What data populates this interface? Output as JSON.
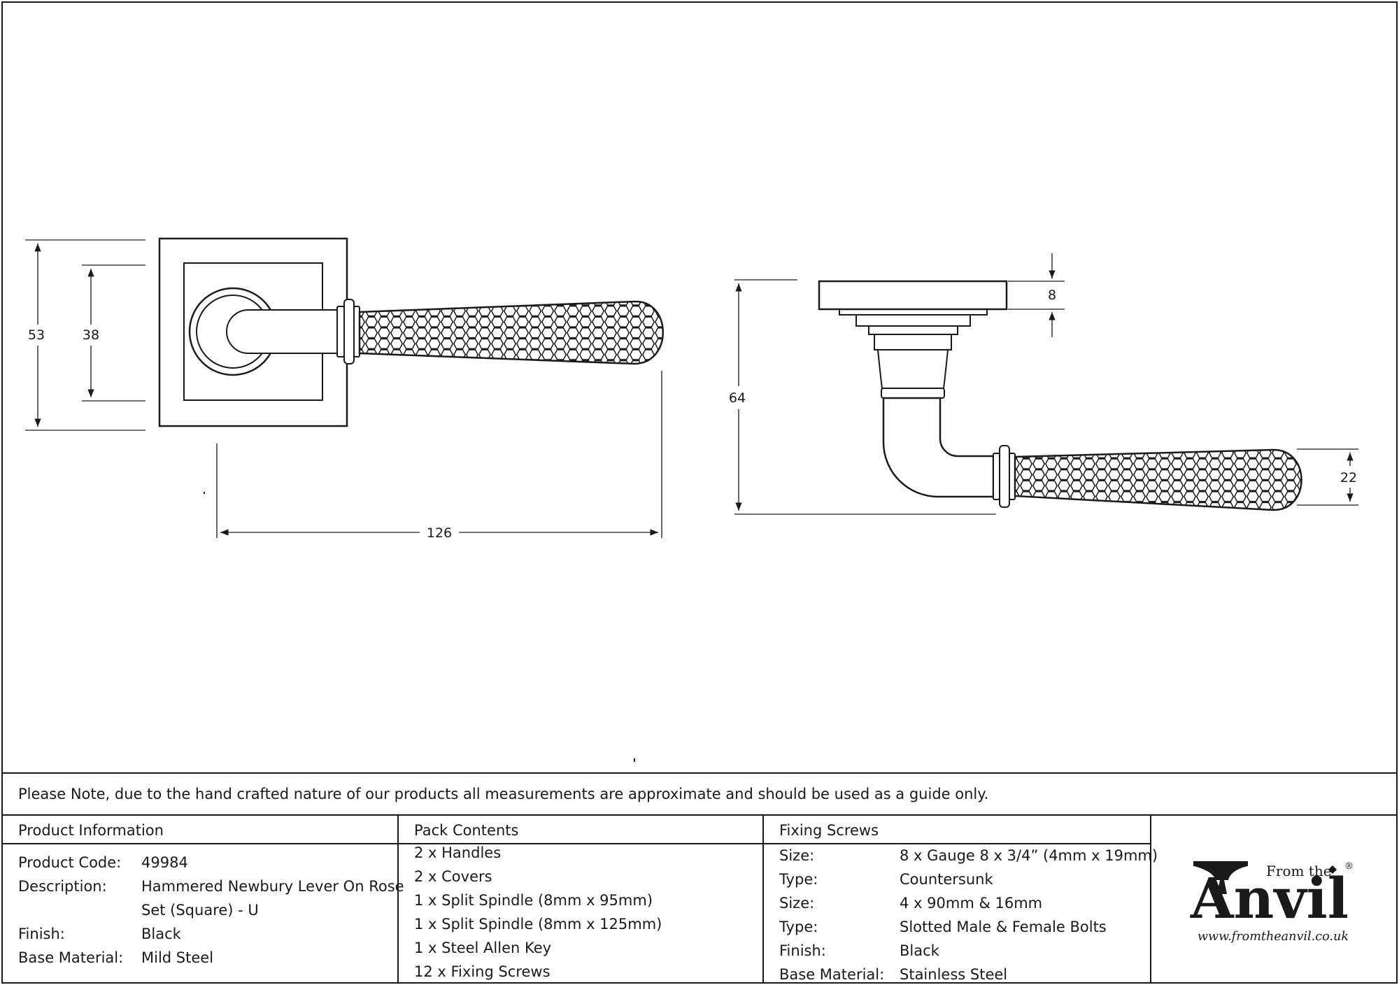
{
  "dimensions": {
    "rose_outer": "53",
    "rose_inner": "38",
    "length": "126",
    "height": "64",
    "rose_thickness": "8",
    "grip_diameter": "22"
  },
  "note": "Please Note, due to the hand crafted nature of our products all measurements are approximate and should be used as a guide only.",
  "product_info": {
    "heading": "Product Information",
    "rows": [
      {
        "label": "Product Code:",
        "value": "49984"
      },
      {
        "label": "Description:",
        "value": "Hammered Newbury Lever On Rose",
        "value2": "Set (Square) - U"
      },
      {
        "label": "Finish:",
        "value": "Black"
      },
      {
        "label": "Base Material:",
        "value": "Mild Steel"
      }
    ]
  },
  "pack_contents": {
    "heading": "Pack Contents",
    "items": [
      "2 x Handles",
      "2 x Covers",
      "1 x Split Spindle (8mm x 95mm)",
      "1 x Split Spindle (8mm x 125mm)",
      "1 x Steel Allen Key",
      "12 x Fixing Screws"
    ]
  },
  "fixing_screws": {
    "heading": "Fixing Screws",
    "rows": [
      {
        "label": "Size:",
        "value": "8 x Gauge 8 x 3/4” (4mm x 19mm)"
      },
      {
        "label": "Type:",
        "value": "Countersunk"
      },
      {
        "label": "Size:",
        "value": "4 x 90mm & 16mm"
      },
      {
        "label": "Type:",
        "value": "Slotted Male & Female Bolts"
      },
      {
        "label": "Finish:",
        "value": "Black"
      },
      {
        "label": "Base Material:",
        "value": "Stainless Steel"
      }
    ]
  },
  "logo": {
    "from_the": "From the",
    "anvil": "Anvil",
    "registered": "®",
    "website": "www.fromtheanvil.co.uk"
  },
  "colors": {
    "line": "#1a1a1a",
    "background": "#ffffff"
  }
}
